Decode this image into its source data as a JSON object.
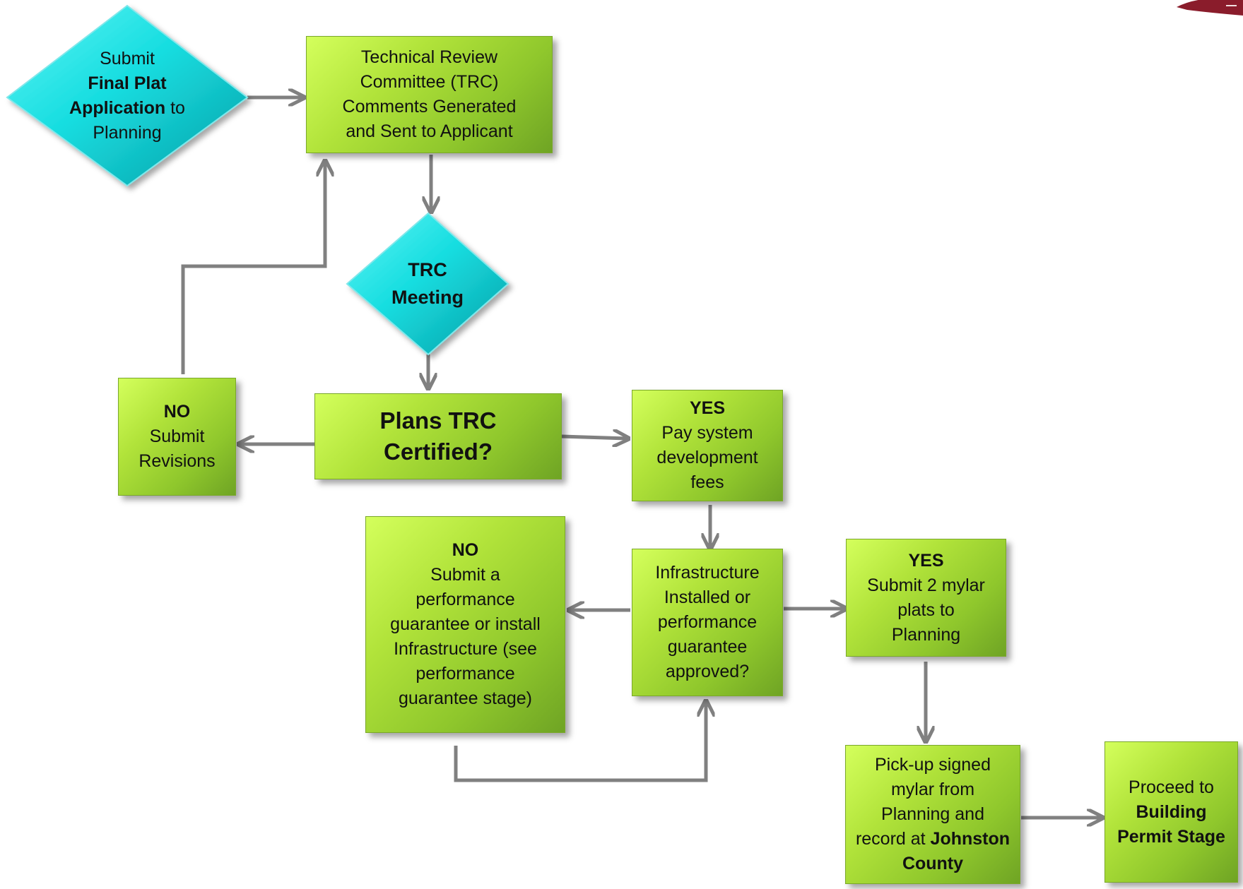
{
  "diagram": {
    "submit_diamond": {
      "line1": "Submit",
      "line2_bold": "Final Plat",
      "line3_bold": "Application",
      "line3_rest": " to",
      "line4": "Planning"
    },
    "trc_comments": {
      "lines": [
        "Technical Review",
        "Committee (TRC)",
        "Comments Generated",
        "and Sent to Applicant"
      ]
    },
    "trc_meeting": {
      "line1": "TRC",
      "line2": "Meeting"
    },
    "plans_certified": {
      "line1": "Plans TRC",
      "line2": "Certified?"
    },
    "no_revisions": {
      "heading": "NO",
      "line1": "Submit",
      "line2": "Revisions"
    },
    "yes_fees": {
      "heading": "YES",
      "lines": [
        "Pay system",
        "development",
        "fees"
      ]
    },
    "infrastructure": {
      "lines": [
        "Infrastructure",
        "Installed or",
        "performance",
        "guarantee",
        "approved?"
      ]
    },
    "no_guarantee": {
      "heading": "NO",
      "lines": [
        "Submit a",
        "performance",
        "guarantee or install",
        "Infrastructure (see",
        "performance",
        "guarantee stage)"
      ]
    },
    "yes_mylar": {
      "heading": "YES",
      "lines": [
        "Submit 2 mylar",
        "plats to",
        "Planning"
      ]
    },
    "pickup": {
      "line1": "Pick-up signed",
      "line2": "mylar from",
      "line3": "Planning and",
      "line4_pre": "record at ",
      "line4_bold": "Johnston",
      "line5_bold": "County"
    },
    "proceed": {
      "line1": "Proceed to",
      "line2_bold": "Building",
      "line3_bold": "Permit Stage"
    }
  },
  "colors": {
    "box_green": "#a8dc35",
    "diamond_teal": "#1ad8dc",
    "connector": "#808080",
    "logo_maroon": "#8a1c2b"
  }
}
